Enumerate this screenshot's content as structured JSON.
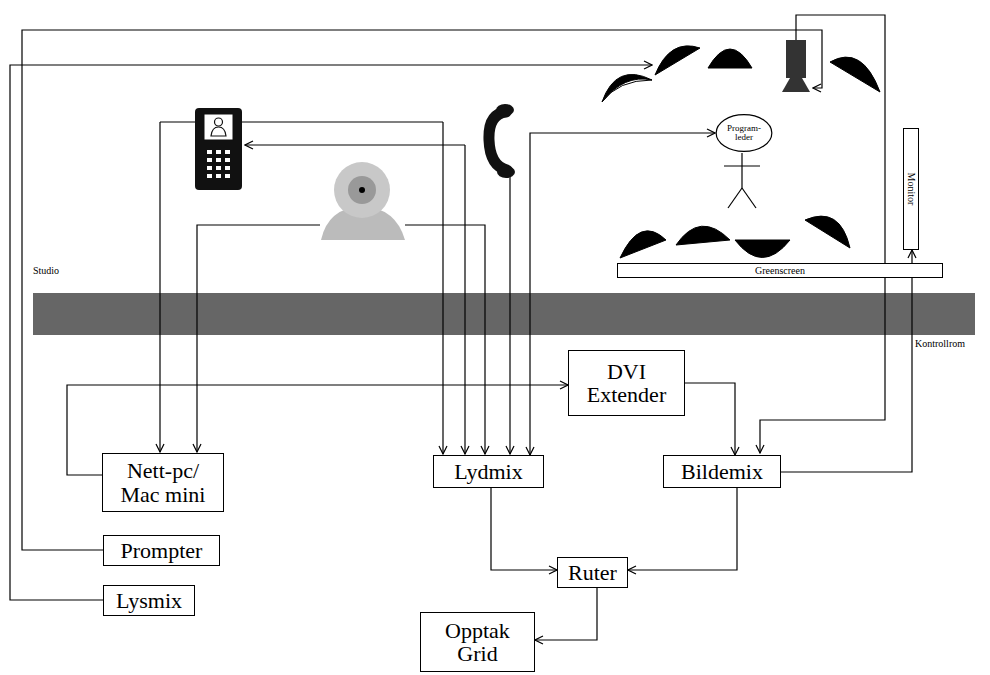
{
  "diagram": {
    "nodes": [
      {
        "text": [
          "Program- leder"
        ]
      },
      {
        "text": [
          "Monitor"
        ]
      },
      {
        "text": [
          "Greenscreen"
        ]
      },
      {
        "text": [
          "DVI Extender"
        ]
      },
      {
        "text": [
          "Nett-pc/ Mac mini"
        ]
      },
      {
        "text": [
          "Lydmix"
        ]
      },
      {
        "text": [
          "Bildemix"
        ]
      },
      {
        "text": [
          "Prompter"
        ]
      },
      {
        "text": [
          "Ruter"
        ]
      },
      {
        "text": [
          "Lysmix"
        ]
      },
      {
        "text": [
          "Opptak Grid"
        ]
      }
    ],
    "edges": [
      {
        "from": 5,
        "to": 8,
        "arrow": "to"
      },
      {
        "from": 6,
        "to": 8,
        "arrow": "to"
      },
      {
        "from": 8,
        "to": 10,
        "arrow": "to"
      },
      {
        "from": 3,
        "to": 6,
        "arrow": "to"
      },
      {
        "from": 4,
        "to": 3,
        "arrow": "to"
      },
      {
        "from": 6,
        "to": 1,
        "arrow": "to"
      },
      {
        "from": 5,
        "to": 0,
        "arrow": "both"
      }
    ],
    "labels": [
      "Studio",
      "Kontrollrom"
    ]
  }
}
